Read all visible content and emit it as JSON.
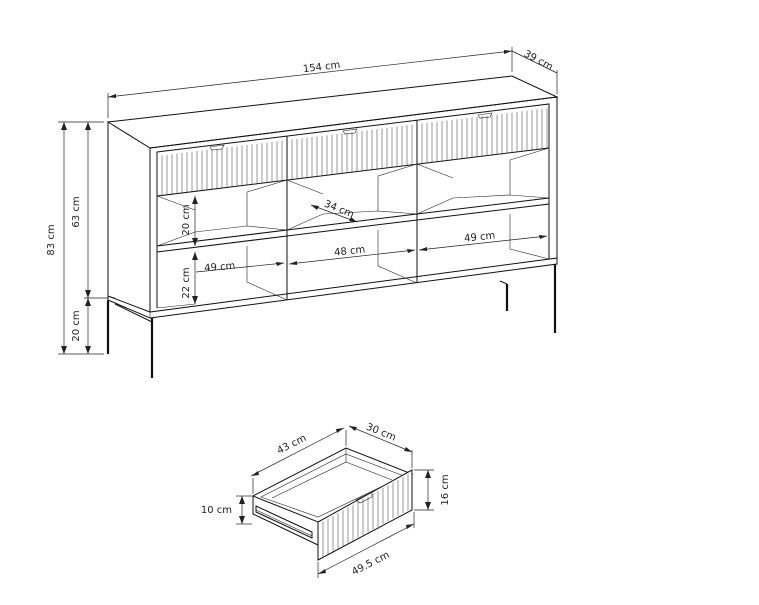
{
  "dimensions": {
    "width": "154 cm",
    "depth": "39 cm",
    "height_total": "83 cm",
    "body_height": "63 cm",
    "leg_height": "20 cm",
    "shelf_upper_height": "20 cm",
    "shelf_lower_height": "22 cm",
    "shelf_depth": "34 cm",
    "left_width": "49 cm",
    "middle_width": "48 cm",
    "right_width": "49 cm"
  },
  "drawer": {
    "inner_width": "43 cm",
    "inner_depth": "30 cm",
    "front_height": "16 cm",
    "side_height": "10 cm",
    "front_width": "49.5 cm"
  }
}
